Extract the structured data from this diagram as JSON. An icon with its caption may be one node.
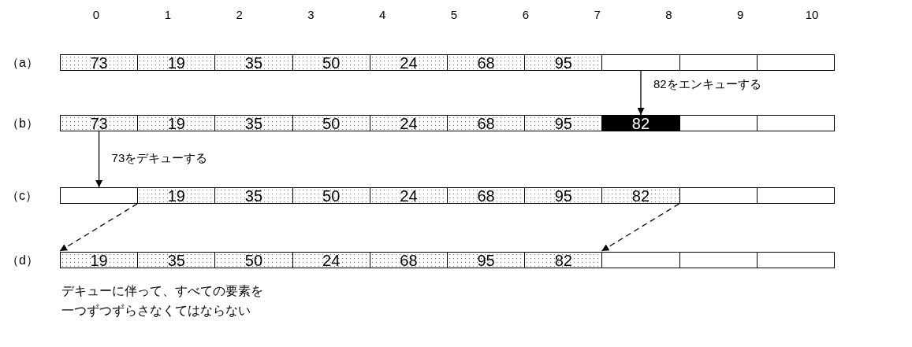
{
  "diagram": {
    "nodes": [
      {
        "text": [
          "73"
        ]
      },
      {
        "text": [
          "19"
        ]
      },
      {
        "text": [
          "35"
        ]
      },
      {
        "text": [
          "50"
        ]
      },
      {
        "text": [
          "24"
        ]
      },
      {
        "text": [
          "68"
        ]
      },
      {
        "text": [
          "95"
        ]
      },
      {
        "text": [],
        "shape": "box"
      },
      {
        "text": [],
        "shape": "box"
      },
      {
        "text": [],
        "shape": "box"
      },
      {
        "text": [
          "73"
        ]
      },
      {
        "text": [
          "19"
        ]
      },
      {
        "text": [
          "35"
        ]
      },
      {
        "text": [
          "50"
        ]
      },
      {
        "text": [
          "24"
        ]
      },
      {
        "text": [
          "68"
        ]
      },
      {
        "text": [
          "95"
        ]
      },
      {
        "text": [
          "82"
        ]
      },
      {
        "text": [],
        "shape": "box"
      },
      {
        "text": [],
        "shape": "box"
      },
      {
        "text": [],
        "shape": "box"
      },
      {
        "text": [
          "19"
        ]
      },
      {
        "text": [
          "35"
        ]
      },
      {
        "text": [
          "50"
        ]
      },
      {
        "text": [
          "24"
        ]
      },
      {
        "text": [
          "68"
        ]
      },
      {
        "text": [
          "95"
        ]
      },
      {
        "text": [
          "82"
        ]
      },
      {
        "text": [],
        "shape": "box"
      },
      {
        "text": [],
        "shape": "box"
      },
      {
        "text": [
          "19"
        ]
      },
      {
        "text": [
          "35"
        ]
      },
      {
        "text": [
          "50"
        ]
      },
      {
        "text": [
          "24"
        ]
      },
      {
        "text": [
          "68"
        ]
      },
      {
        "text": [
          "95"
        ]
      },
      {
        "text": [
          "82"
        ]
      },
      {
        "text": [],
        "shape": "box"
      },
      {
        "text": [],
        "shape": "box"
      },
      {
        "text": [],
        "shape": "box"
      }
    ],
    "edges": [
      {
        "from": 7,
        "to": 17,
        "arrow": "to",
        "label": "82をエンキューする"
      },
      {
        "from": 10,
        "to": 20,
        "arrow": "to",
        "label": "73をデキューする"
      },
      {
        "from": 21,
        "to": 30,
        "arrow": "to",
        "style": "dashed"
      },
      {
        "from": 27,
        "to": 36,
        "arrow": "to",
        "style": "dashed"
      }
    ],
    "labels": [
      "0",
      "1",
      "2",
      "3",
      "4",
      "5",
      "6",
      "7",
      "8",
      "9",
      "10",
      "（a）",
      "（b）",
      "（c）",
      "（d）",
      "デキューに伴って、すべての要素を一つずつずらさなくてはならない"
    ]
  }
}
